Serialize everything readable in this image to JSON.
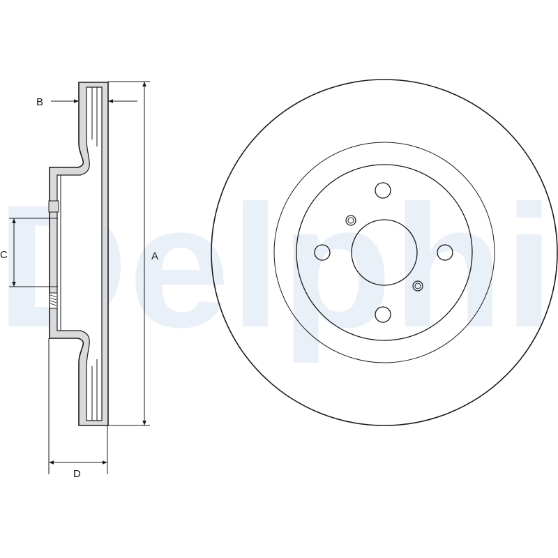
{
  "watermark": {
    "text": "Delphi",
    "color": "#e9f0f8"
  },
  "dimensions": {
    "A": "A",
    "B": "B",
    "C": "C",
    "D": "D"
  },
  "colors": {
    "line": "#1a1a1a",
    "section_fill": "#d9dadc",
    "background": "#ffffff"
  }
}
